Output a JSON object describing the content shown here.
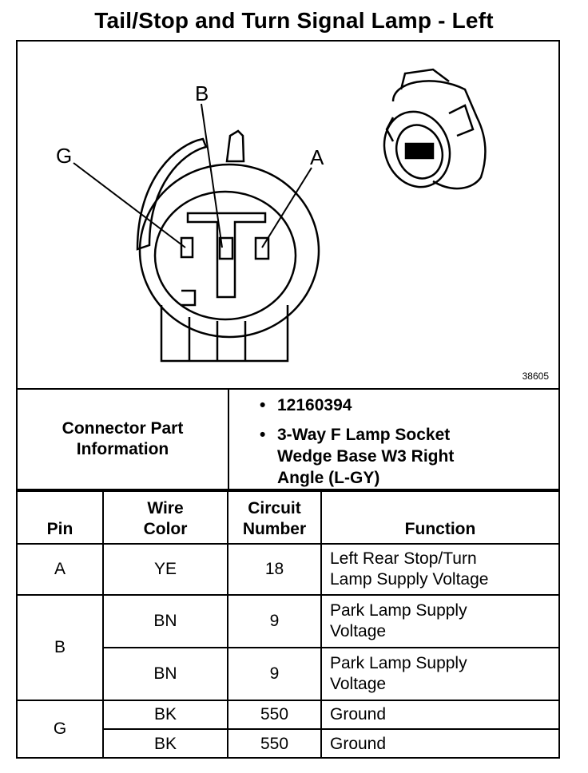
{
  "title": "Tail/Stop and Turn Signal Lamp - Left",
  "diagram": {
    "pin_labels": [
      "B",
      "G",
      "A"
    ],
    "figure_id": "38605"
  },
  "connector_info": {
    "label_line1": "Connector Part",
    "label_line2": "Information",
    "part_number": "12160394",
    "description_line1": "3-Way F Lamp Socket",
    "description_line2": "Wedge Base W3 Right",
    "description_line3": "Angle (L-GY)"
  },
  "table": {
    "headers": {
      "pin": "Pin",
      "wire_color_1": "Wire",
      "wire_color_2": "Color",
      "circuit_1": "Circuit",
      "circuit_2": "Number",
      "function": "Function"
    },
    "rows": [
      {
        "pin": "A",
        "wire": "YE",
        "circuit": "18",
        "function_1": "Left Rear Stop/Turn",
        "function_2": "Lamp Supply Voltage"
      },
      {
        "pin": "B",
        "wire": "BN",
        "circuit": "9",
        "function_1": "Park Lamp Supply",
        "function_2": "Voltage"
      },
      {
        "pin": "",
        "wire": "BN",
        "circuit": "9",
        "function_1": "Park Lamp Supply",
        "function_2": "Voltage"
      },
      {
        "pin": "G",
        "wire": "BK",
        "circuit": "550",
        "function_1": "Ground",
        "function_2": ""
      },
      {
        "pin": "",
        "wire": "BK",
        "circuit": "550",
        "function_1": "Ground",
        "function_2": ""
      }
    ]
  }
}
